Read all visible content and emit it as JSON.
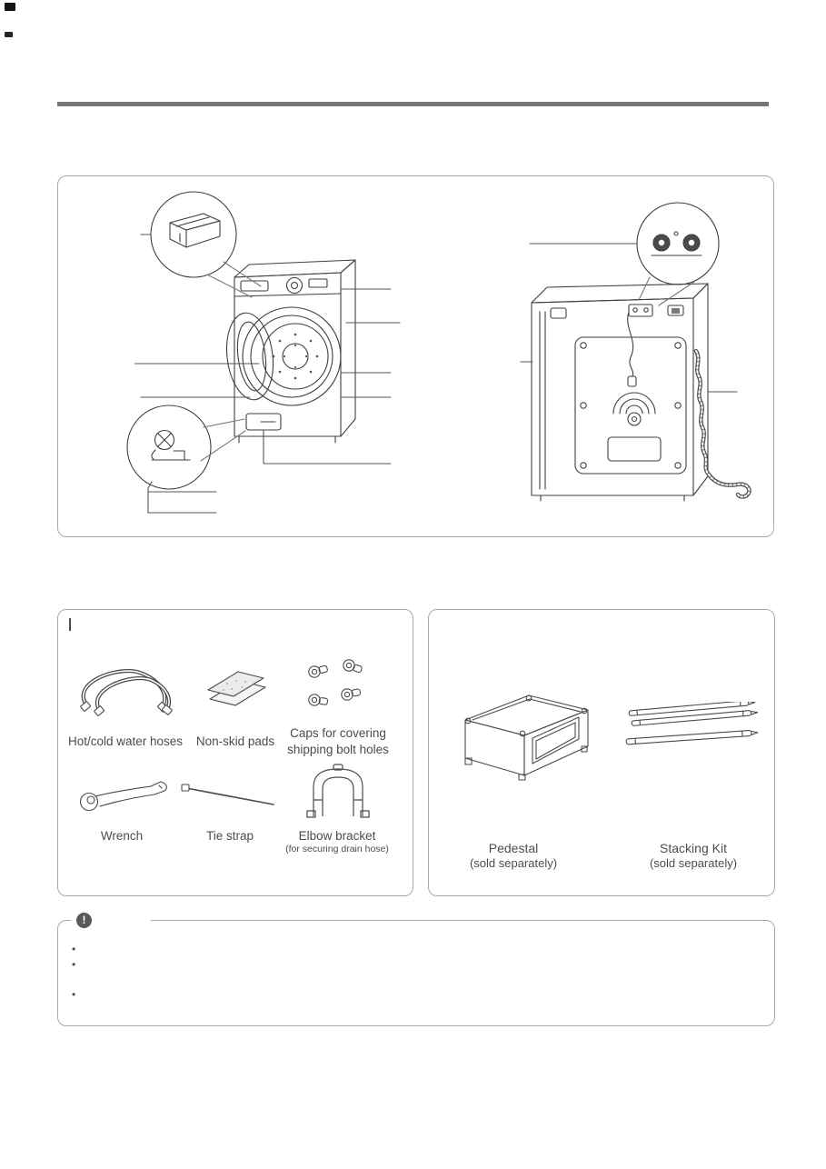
{
  "accessories": {
    "items": {
      "hoses_label": "Hot/cold water hoses",
      "pads_label": "Non-skid pads",
      "caps_label_line1": "Caps for covering",
      "caps_label_line2": "shipping bolt holes",
      "wrench_label": "Wrench",
      "tie_strap_label": "Tie strap",
      "elbow_label": "Elbow bracket",
      "elbow_sublabel": "(for securing drain hose)"
    }
  },
  "optional_items": {
    "pedestal_label": "Pedestal",
    "pedestal_sublabel": "(sold separately)",
    "stacking_label": "Stacking Kit",
    "stacking_sublabel": "(sold separately)"
  },
  "note": {
    "icon_glyph": "!",
    "bullet_glyph": "•",
    "bullets": [
      "",
      "",
      ""
    ]
  },
  "colors": {
    "line": "#3f3f3f",
    "rule": "#767676",
    "border": "#a9a9a9"
  }
}
